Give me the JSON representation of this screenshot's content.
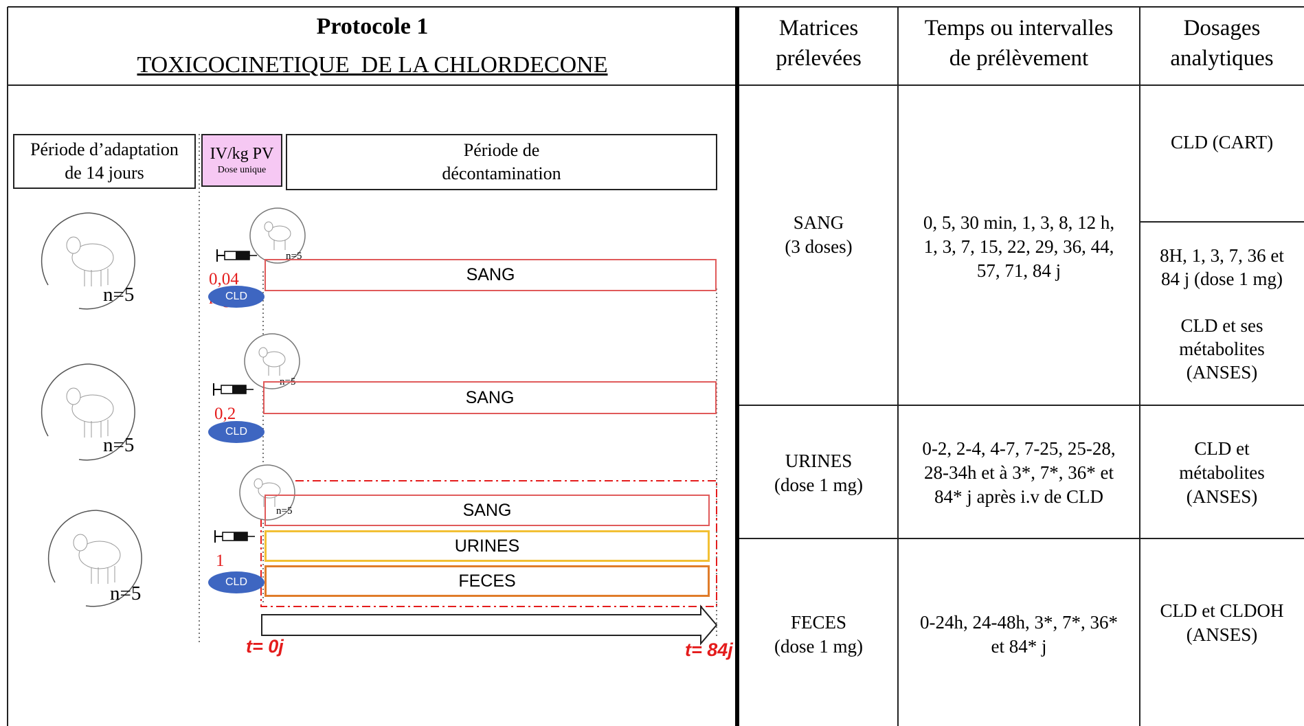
{
  "header": {
    "title": "Protocole 1",
    "subtitle": "TOXICOCINETIQUE  DE LA CHLORDECONE",
    "col_matrices": "Matrices\nprélevées",
    "col_temps": "Temps ou intervalles\nde prélèvement",
    "col_dosages": "Dosages\nanalytiques"
  },
  "diagram": {
    "adaptation_label": "Période d’adaptation\nde 14 jours",
    "iv_label": "IV/kg PV",
    "iv_sub": "Dose unique",
    "decontamination_label": "Période de\ndécontamination",
    "groups": [
      {
        "n_large": "n=5",
        "n_small": "n=5",
        "dose": "0,04 mg",
        "badge": "CLD",
        "bars": [
          "SANG"
        ]
      },
      {
        "n_large": "n=5",
        "n_small": "n=5",
        "dose": "0,2 mg",
        "badge": "CLD",
        "bars": [
          "SANG"
        ]
      },
      {
        "n_large": "n=5",
        "n_small": "n=5",
        "dose": "1 mg",
        "badge": "CLD",
        "bars": [
          "SANG",
          "URINES",
          "FECES"
        ]
      }
    ],
    "t_start": "t= 0j",
    "t_end": "t= 84j"
  },
  "table": {
    "sang": {
      "matrice": "SANG\n(3 doses)",
      "temps": "0, 5, 30 min, 1, 3, 8, 12 h,\n1, 3, 7, 15, 22, 29, 36, 44,\n57, 71, 84 j",
      "dosage_top": "CLD (CART)",
      "dosage_bottom": "8H, 1, 3, 7, 36 et\n84 j (dose 1 mg)\n\nCLD et ses\nmétabolites\n(ANSES)"
    },
    "urines": {
      "matrice": "URINES\n(dose 1 mg)",
      "temps": "0-2, 2-4, 4-7, 7-25, 25-28,\n28-34h et à 3*, 7*, 36* et\n84* j après i.v de CLD",
      "dosage": "CLD et\nmétabolites\n(ANSES)"
    },
    "feces": {
      "matrice": "FECES\n(dose 1 mg)",
      "temps": "0-24h, 24-48h, 3*, 7*, 36*\net 84* j",
      "dosage": "CLD et CLDOH\n(ANSES)"
    }
  },
  "colors": {
    "dose_red": "#e41c1c",
    "cld_blue": "#3e66c1",
    "iv_pink": "#f6c8f3",
    "bar_red": "#e05a5a",
    "bar_yellow": "#f2c034",
    "bar_orange": "#e07c2a"
  }
}
